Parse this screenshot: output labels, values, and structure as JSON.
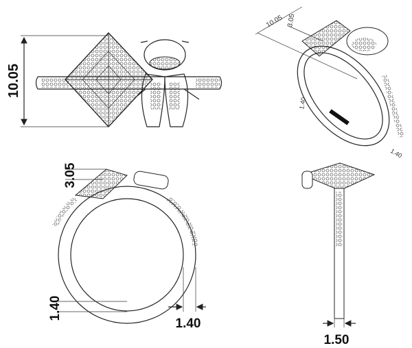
{
  "dimensions": {
    "front_height": "10.05",
    "iso_height": "10.05",
    "iso_top": "3.05",
    "iso_band": "1.40",
    "iso_width": "1.40",
    "profile_top": "3.05",
    "profile_band_bottom": "1.40",
    "profile_band_side": "1.40",
    "side_width": "1.50"
  },
  "colors": {
    "line": "#222222",
    "background": "#ffffff"
  }
}
